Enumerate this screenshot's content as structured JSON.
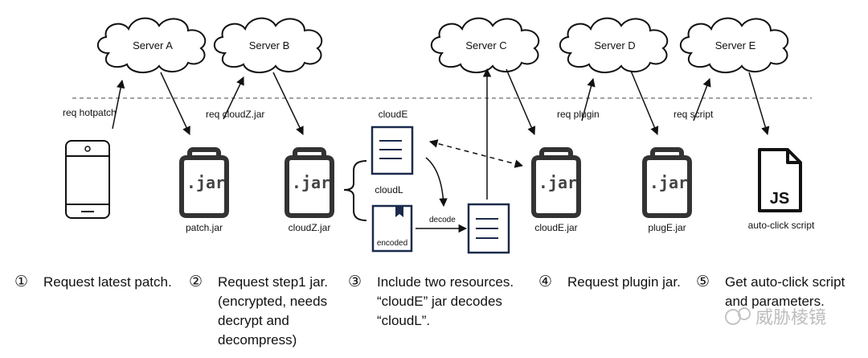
{
  "servers": [
    {
      "label": "Server A"
    },
    {
      "label": "Server B"
    },
    {
      "label": "Server C"
    },
    {
      "label": "Server D"
    },
    {
      "label": "Server E"
    }
  ],
  "requests": {
    "hotpatch": "req hotpatch",
    "cloudz": "req cloudZ.jar",
    "plugin": "req plugin",
    "script": "req script"
  },
  "jar_icon_text": ".jar",
  "js_icon_text": "JS",
  "files": {
    "patch": "patch.jar",
    "cloudz": "cloudZ.jar",
    "cloudE_doc": "cloudE",
    "cloudL_doc": "cloudL",
    "encoded": "encoded",
    "decode": "decode",
    "cloudE_jar": "cloudE.jar",
    "plugE": "plugE.jar",
    "autoclick": "auto-click script"
  },
  "steps": [
    {
      "num": "①",
      "lines": [
        "Request latest patch."
      ]
    },
    {
      "num": "②",
      "lines": [
        "Request step1 jar.",
        "(encrypted, needs",
        "decrypt and",
        "decompress)"
      ]
    },
    {
      "num": "③",
      "lines": [
        "Include two resources.",
        "“cloudE” jar decodes",
        "“cloudL”."
      ]
    },
    {
      "num": "④",
      "lines": [
        "Request plugin jar."
      ]
    },
    {
      "num": "⑤",
      "lines": [
        "Get auto-click script",
        "and parameters."
      ]
    }
  ],
  "watermark": "威胁棱镜"
}
